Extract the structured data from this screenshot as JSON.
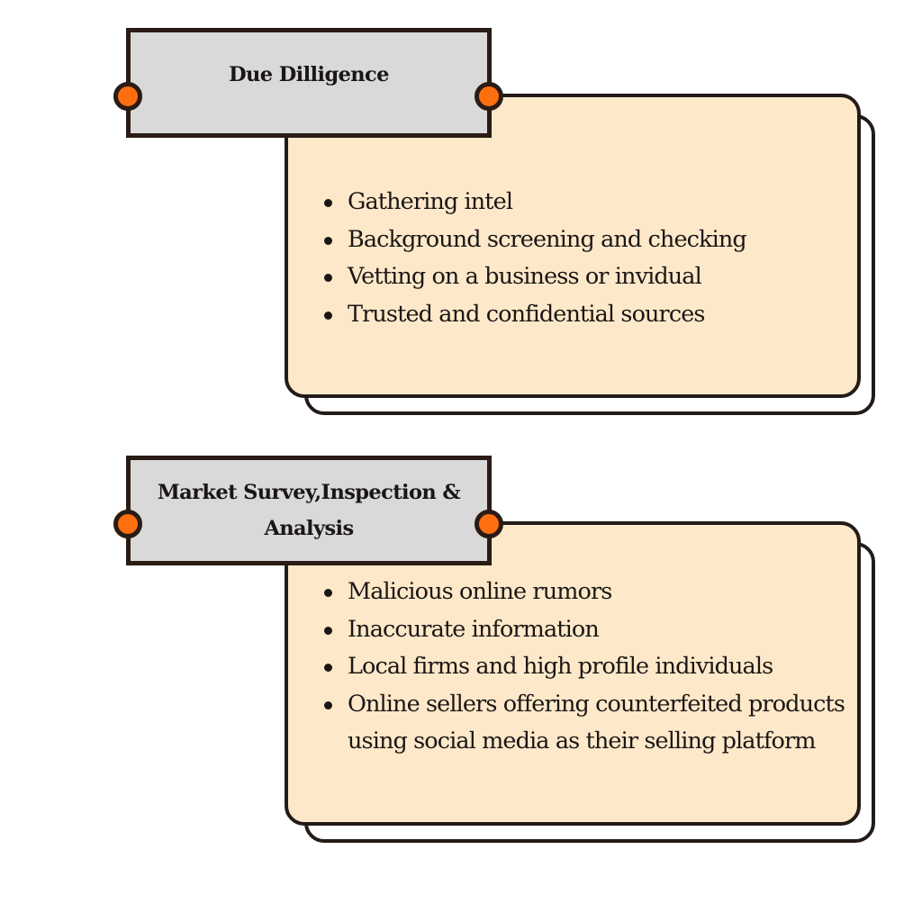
{
  "sections": [
    {
      "title": "Due Dilligence",
      "items": [
        "Gathering intel",
        "Background screening and checking",
        "Vetting on a business or invidual",
        "Trusted and confidential sources"
      ]
    },
    {
      "title_line1": "Market Survey,Inspection &",
      "title_line2": "Analysis",
      "items": [
        "Malicious online rumors",
        "Inaccurate information",
        "Local firms and high profile individuals",
        "Online sellers offering counterfeited products",
        "using social media as their selling platform"
      ]
    }
  ],
  "colors": {
    "header_fill": "#d9d9d9",
    "card_fill": "#fde9c9",
    "connector": "#ff6e0f",
    "outline": "#2a1c14"
  }
}
